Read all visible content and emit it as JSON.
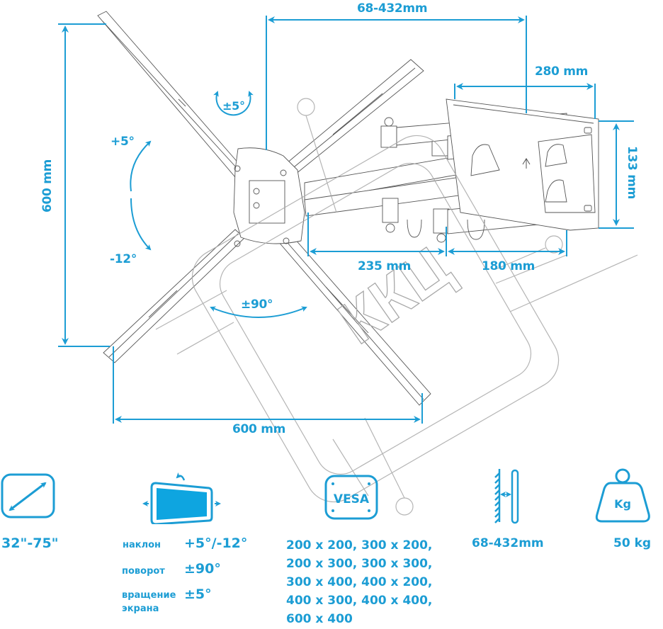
{
  "colors": {
    "accent": "#1c9dd4",
    "icon_fill": "#0ea5e0",
    "line_drawing": "#555555",
    "watermark": "#9a9a9a"
  },
  "dimensions": {
    "wall_distance": "68-432mm",
    "wall_plate_width": "280 mm",
    "wall_plate_height": "133 mm",
    "arm_1": "235 mm",
    "arm_2": "180 mm",
    "vesa_max_width": "600 mm",
    "vesa_max_height": "600 mm"
  },
  "angles": {
    "rotation": "±5°",
    "tilt_up": "+5°",
    "tilt_down": "-12°",
    "swivel": "±90°"
  },
  "watermark": {
    "text": "ККЦ"
  },
  "specs": {
    "screen_size": {
      "icon": "diagonal-arrow-icon",
      "value": "32\"-75\""
    },
    "motion": {
      "icon": "tilt-swivel-icon",
      "rows": [
        {
          "label": "наклон",
          "value": "+5°/-12°"
        },
        {
          "label": "поворот",
          "value": "±90°"
        },
        {
          "label": "вращение экрана",
          "label_line1": "вращение",
          "label_line2": "экрана",
          "value": "±5°"
        }
      ]
    },
    "vesa": {
      "icon": "vesa-icon",
      "icon_text": "VESA",
      "lines": [
        "200 x 200, 300 x 200,",
        "200 x 300, 300 x 300,",
        "300 x 400, 400 x 200,",
        "400 x 300, 400 x 400,",
        "600 x 400"
      ]
    },
    "wall_distance": {
      "icon": "wall-distance-icon",
      "value": "68-432mm"
    },
    "max_load": {
      "icon": "weight-icon",
      "icon_text": "Kg",
      "value": "50 kg"
    }
  }
}
